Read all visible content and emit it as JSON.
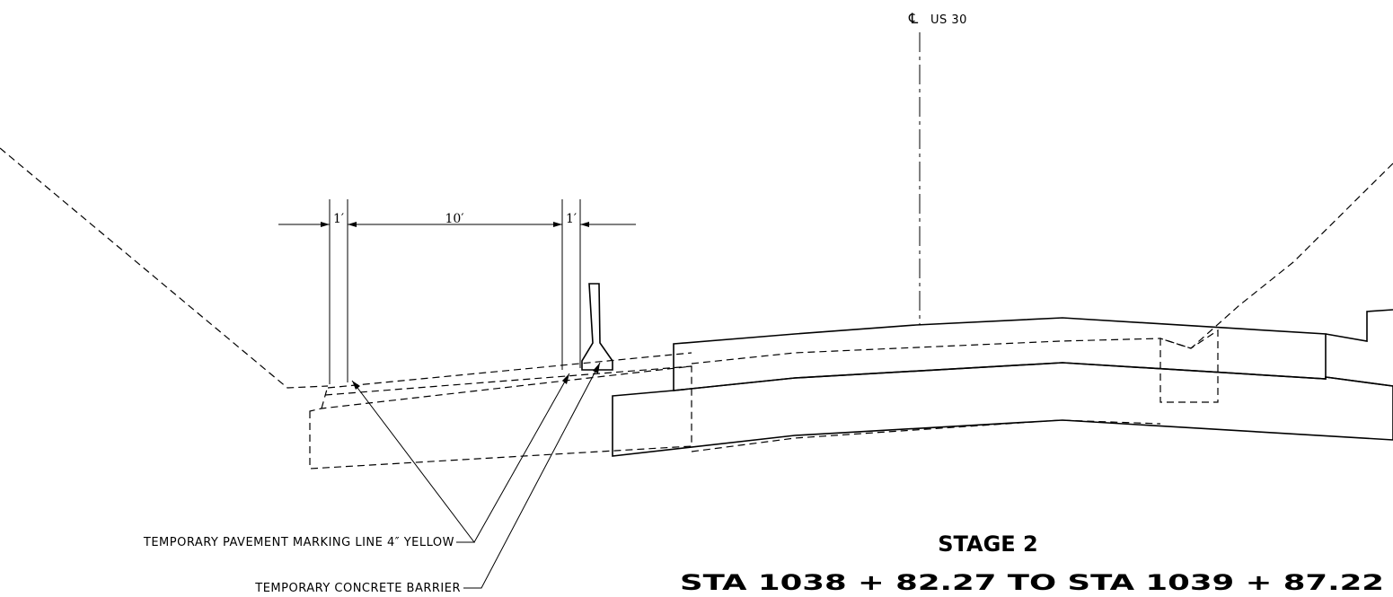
{
  "centerline": {
    "symbol": "℄",
    "label": "US 30"
  },
  "dimensions": {
    "left": "1′",
    "middle": "10′",
    "right": "1′"
  },
  "callouts": {
    "pavement_marking": "TEMPORARY PAVEMENT MARKING LINE 4″ YELLOW",
    "concrete_barrier": "TEMPORARY CONCRETE BARRIER"
  },
  "title": {
    "stage": "STAGE 2",
    "station_range": "STA 1038 + 82.27 TO STA 1039 + 87.22"
  }
}
